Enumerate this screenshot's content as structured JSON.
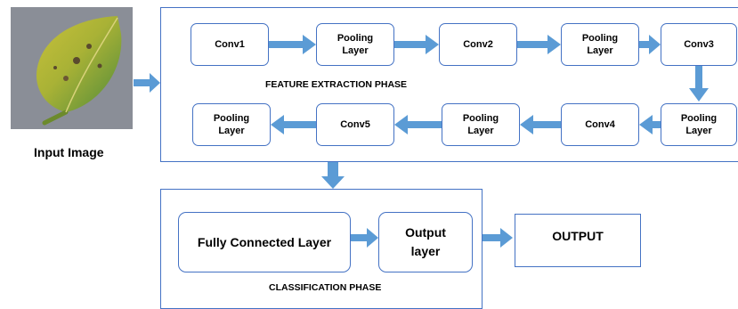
{
  "input": {
    "caption": "Input Image"
  },
  "feature_extraction": {
    "label": "FEATURE EXTRACTION PHASE",
    "row1": [
      "Conv1",
      "Pooling\nLayer",
      "Conv2",
      "Pooling\nLayer",
      "Conv3"
    ],
    "row2": [
      "Pooling\nLayer",
      "Conv5",
      "Pooling\nLayer",
      "Conv4",
      "Pooling\nLayer"
    ]
  },
  "classification": {
    "label": "CLASSIFICATION PHASE",
    "fc": "Fully Connected Layer",
    "output_layer": "Output\nlayer"
  },
  "output": {
    "label": "OUTPUT"
  },
  "colors": {
    "border": "#4472c4",
    "arrow": "#5b9bd5"
  }
}
